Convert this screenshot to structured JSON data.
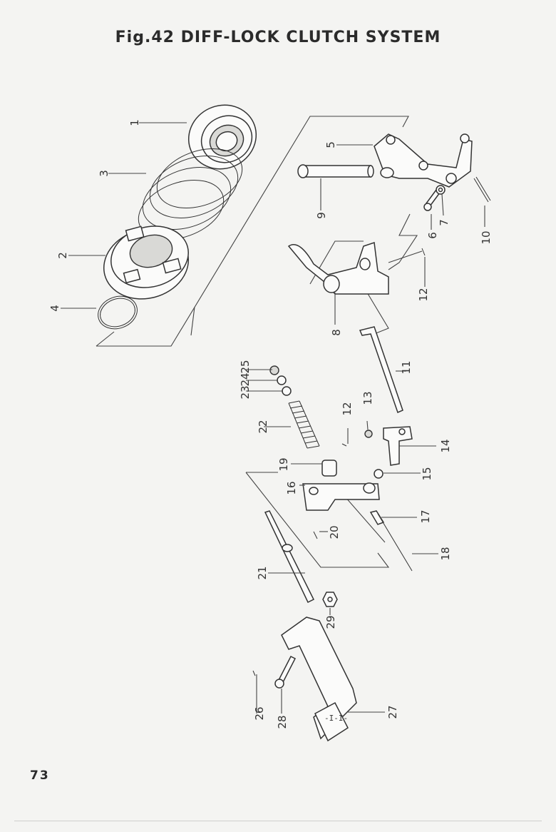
{
  "title": "Fig.42  DIFF-LOCK CLUTCH SYSTEM",
  "page_number": "73",
  "part_numbers": [
    "1",
    "2",
    "3",
    "4",
    "5",
    "6",
    "7",
    "8",
    "9",
    "10",
    "11",
    "12",
    "12",
    "13",
    "14",
    "15",
    "16",
    "17",
    "18",
    "19",
    "20",
    "21",
    "22",
    "23",
    "24",
    "25",
    "26",
    "27",
    "28",
    "29"
  ]
}
